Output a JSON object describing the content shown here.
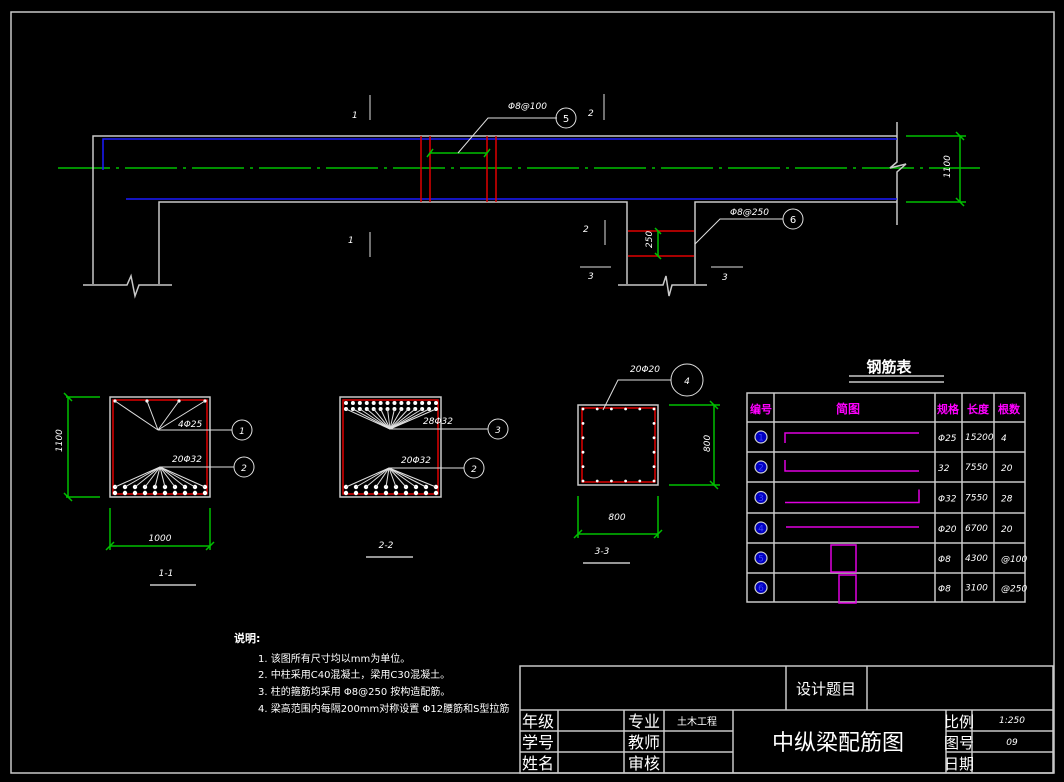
{
  "drawing": {
    "title": "中纵梁配筋图",
    "design_topic_label": "设计题目",
    "colors": {
      "background": "#000000",
      "outline": "#c8c8c8",
      "rebar_longitudinal": "#1a1aff",
      "stirrup": "#e00000",
      "dimension": "#00c000",
      "table_header": "#ff00ff"
    }
  },
  "elevation": {
    "section_marks": {
      "s1_top": "1",
      "s1_bottom": "1",
      "s2_top": "2",
      "s2_bottom": "2",
      "s3_left": "3",
      "s3_right": "3"
    },
    "callout5": {
      "number": "5",
      "spec": "Φ8@100"
    },
    "callout6": {
      "number": "6",
      "spec": "Φ8@250"
    },
    "dim_height": "1100",
    "dim_spacing": "250"
  },
  "sections": [
    {
      "id": "s11",
      "label": "1-1",
      "width": "1000",
      "height": "1100",
      "callouts": [
        {
          "number": "1",
          "spec": "4Φ25"
        },
        {
          "number": "2",
          "spec": "20Φ32"
        }
      ]
    },
    {
      "id": "s22",
      "label": "2-2",
      "callouts": [
        {
          "number": "3",
          "spec": "28Φ32"
        },
        {
          "number": "2",
          "spec": "20Φ32"
        }
      ]
    },
    {
      "id": "s33",
      "label": "3-3",
      "width": "800",
      "height": "800",
      "callouts": [
        {
          "number": "4",
          "spec": "20Φ20"
        }
      ]
    }
  ],
  "rebar_table": {
    "title": "钢筋表",
    "headers": [
      "编号",
      "简图",
      "规格",
      "长度",
      "根数"
    ],
    "rows": [
      {
        "no": "1",
        "spec": "Φ25",
        "length": "15200",
        "count": "4",
        "shape": "hook-left-down"
      },
      {
        "no": "2",
        "spec": "32",
        "length": "7550",
        "count": "20",
        "shape": "hook-left-up"
      },
      {
        "no": "3",
        "spec": "Φ32",
        "length": "7550",
        "count": "28",
        "shape": "hook-right-up"
      },
      {
        "no": "4",
        "spec": "Φ20",
        "length": "6700",
        "count": "20",
        "shape": "straight"
      },
      {
        "no": "5",
        "spec": "Φ8",
        "length": "4300",
        "count": "@100",
        "shape": "stirrup-large"
      },
      {
        "no": "6",
        "spec": "Φ8",
        "length": "3100",
        "count": "@250",
        "shape": "stirrup-small"
      }
    ]
  },
  "notes": {
    "heading": "说明:",
    "items": [
      "1. 该图所有尺寸均以mm为单位。",
      "2. 中柱采用C40混凝土，梁用C30混凝土。",
      "3. 柱的箍筋均采用 Φ8@250  按构造配筋。",
      "4. 梁高范围内每隔200mm对称设置 Φ12腰筋和S型拉筋"
    ]
  },
  "title_block": {
    "grade_label": "年级",
    "grade_value": "",
    "student_no_label": "学号",
    "student_no_value": "",
    "name_label": "姓名",
    "name_value": "",
    "major_label": "专业",
    "major_value": "土木工程",
    "teacher_label": "教师",
    "teacher_value": "",
    "reviewer_label": "审核",
    "reviewer_value": "",
    "scale_label": "比例",
    "scale_value": "1:250",
    "sheet_no_label": "图号",
    "sheet_no_value": "09",
    "date_label": "日期",
    "date_value": ""
  }
}
